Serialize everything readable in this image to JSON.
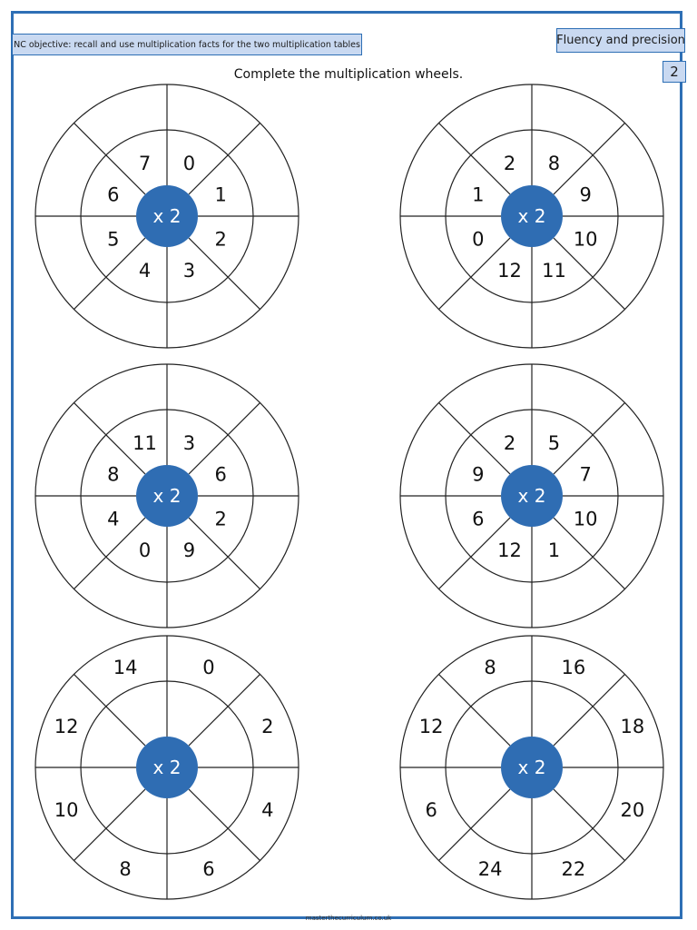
{
  "header": {
    "objective": "NC objective: recall and use multiplication facts for the two multiplication tables",
    "category": "Fluency and precision",
    "page_number": "2"
  },
  "instruction": "Complete the multiplication wheels.",
  "footer": "masterthecurriculum.co.uk",
  "colors": {
    "accent": "#2e6fb5",
    "header_fill": "#c9d9f1",
    "hub": "#2f6db3"
  },
  "wheels": [
    {
      "center_label": "x 2",
      "inner": [
        "0",
        "1",
        "2",
        "3",
        "4",
        "5",
        "6",
        "7"
      ],
      "outer": [
        "",
        "",
        "",
        "",
        "",
        "",
        "",
        ""
      ]
    },
    {
      "center_label": "x 2",
      "inner": [
        "8",
        "9",
        "10",
        "11",
        "12",
        "0",
        "1",
        "2"
      ],
      "outer": [
        "",
        "",
        "",
        "",
        "",
        "",
        "",
        ""
      ]
    },
    {
      "center_label": "x 2",
      "inner": [
        "3",
        "6",
        "2",
        "9",
        "0",
        "4",
        "8",
        "11"
      ],
      "outer": [
        "",
        "",
        "",
        "",
        "",
        "",
        "",
        ""
      ]
    },
    {
      "center_label": "x 2",
      "inner": [
        "5",
        "7",
        "10",
        "1",
        "12",
        "6",
        "9",
        "2"
      ],
      "outer": [
        "",
        "",
        "",
        "",
        "",
        "",
        "",
        ""
      ]
    },
    {
      "center_label": "x 2",
      "inner": [
        "",
        "",
        "",
        "",
        "",
        "",
        "",
        ""
      ],
      "outer": [
        "0",
        "2",
        "4",
        "6",
        "8",
        "10",
        "12",
        "14"
      ]
    },
    {
      "center_label": "x 2",
      "inner": [
        "",
        "",
        "",
        "",
        "",
        "",
        "",
        ""
      ],
      "outer": [
        "16",
        "18",
        "20",
        "22",
        "24",
        "6",
        "12",
        "8"
      ]
    }
  ]
}
